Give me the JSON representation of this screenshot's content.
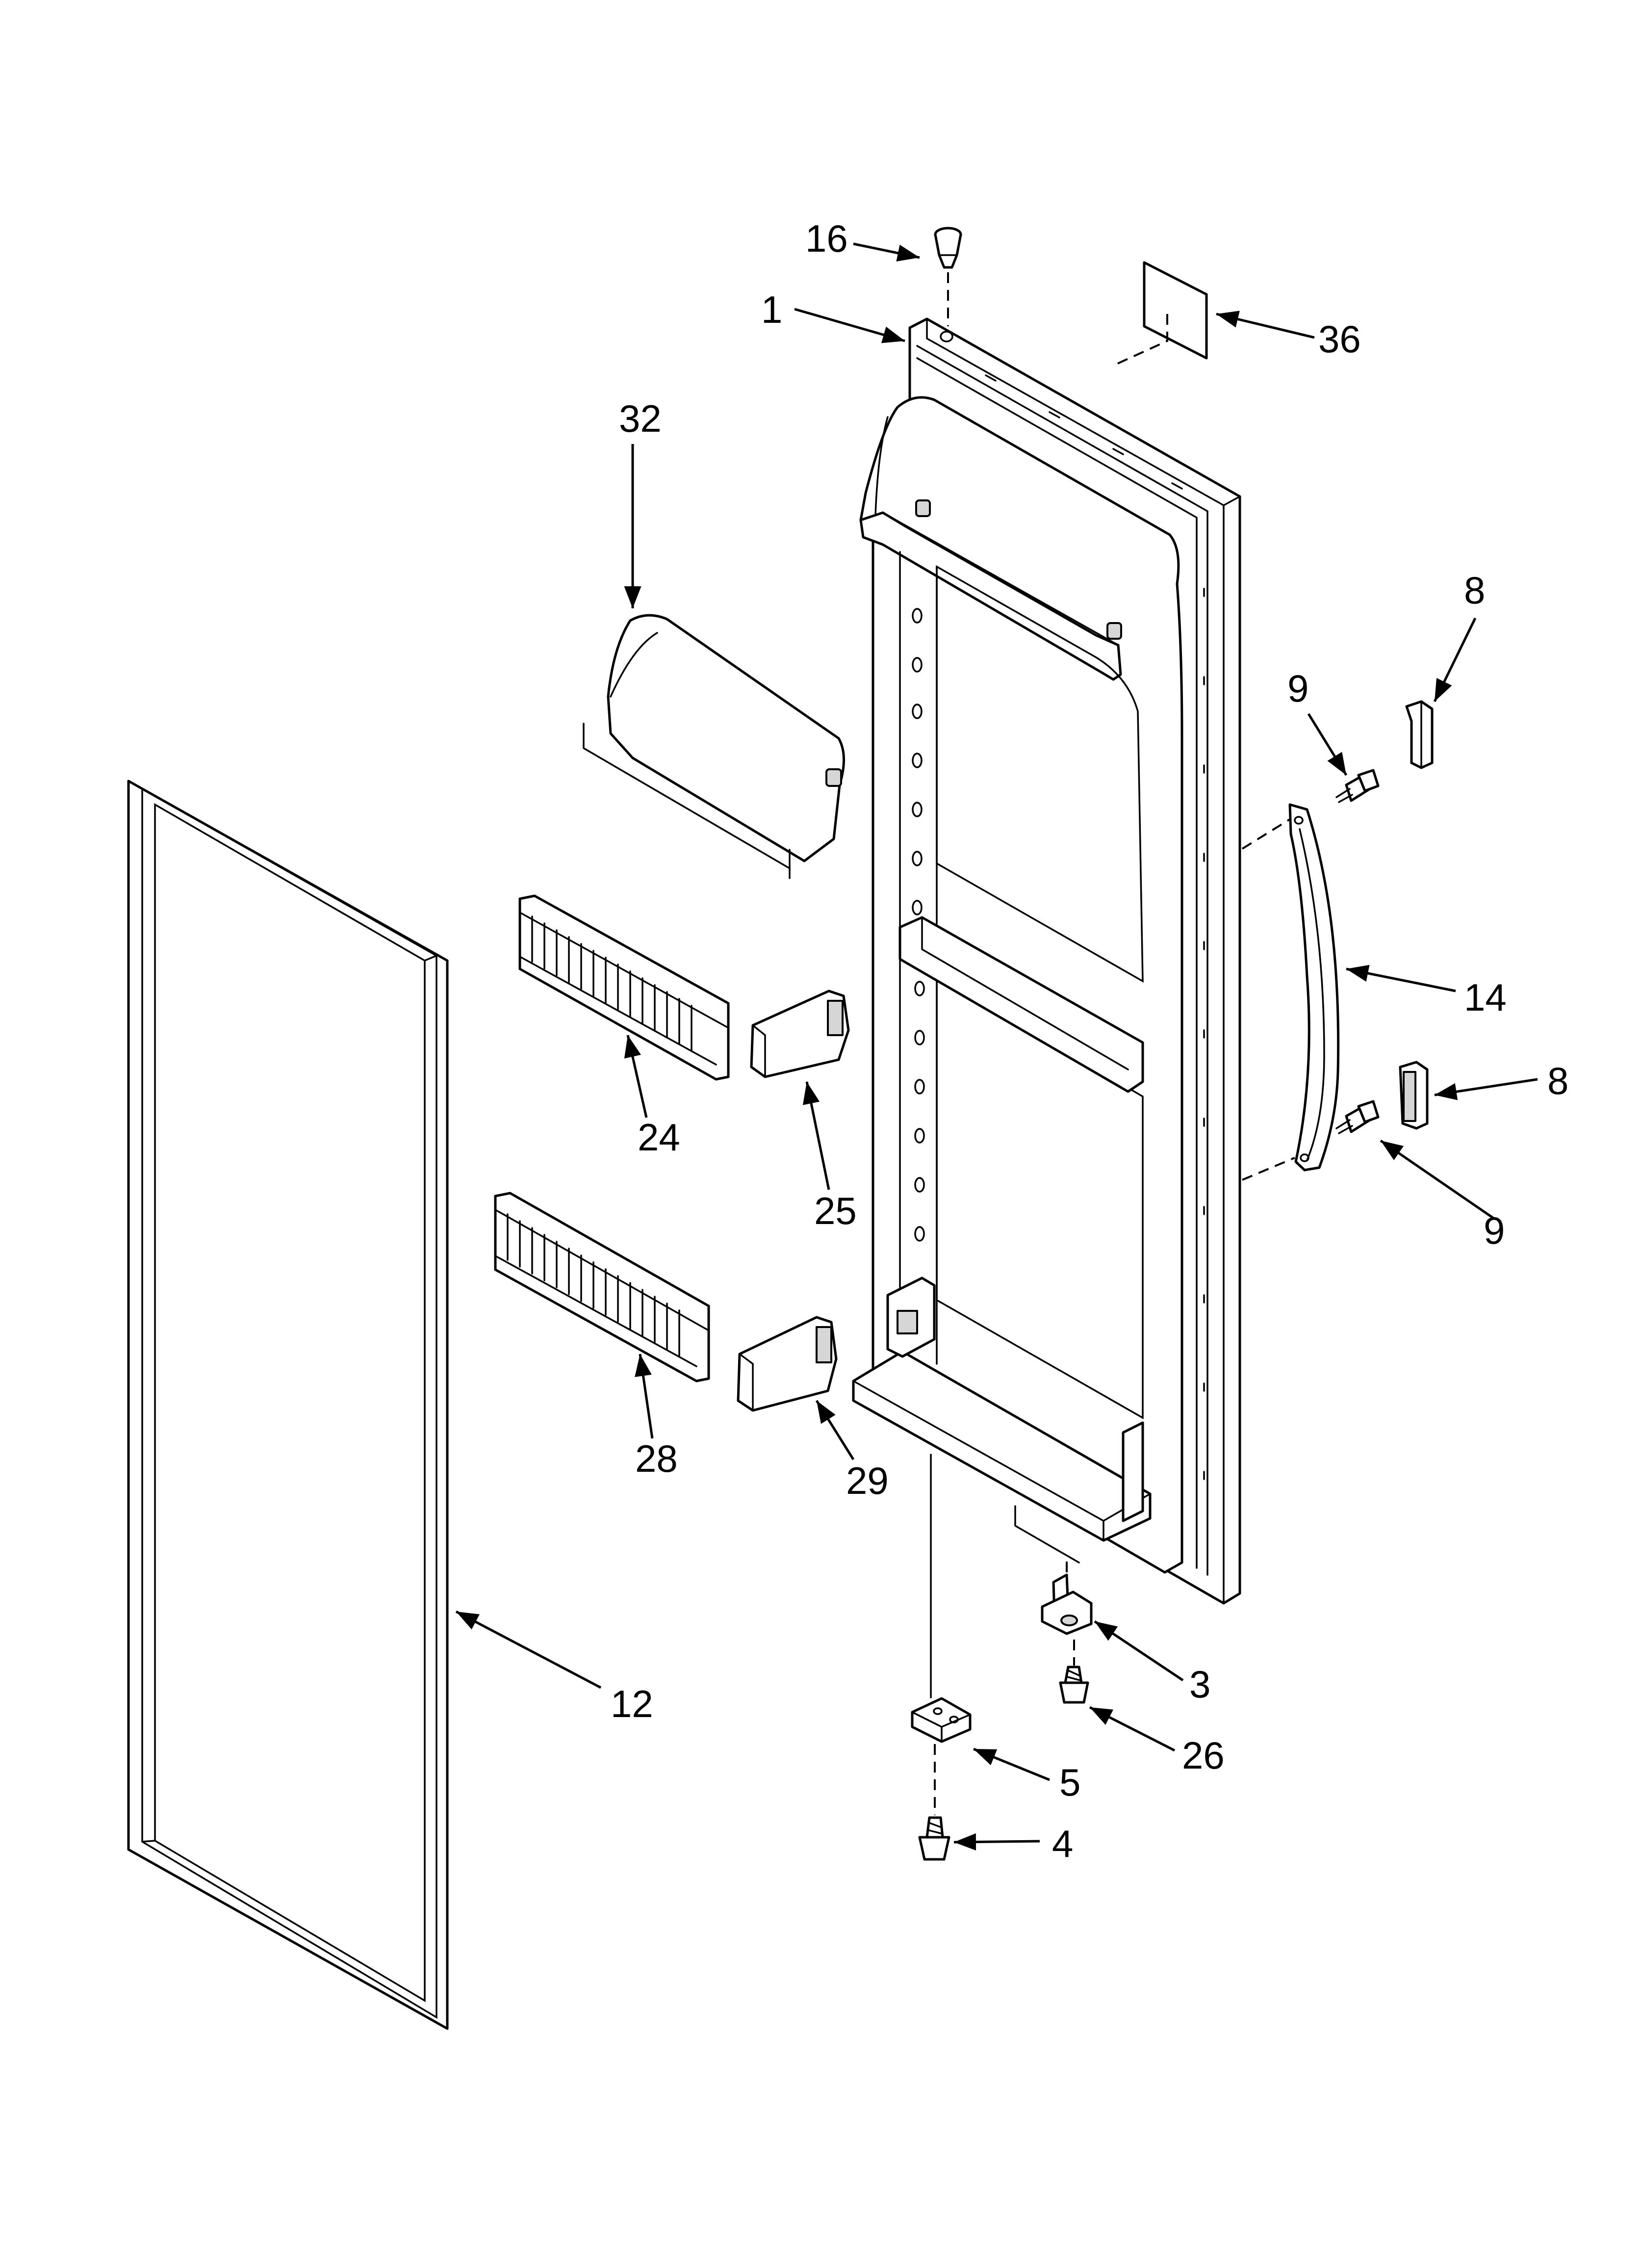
{
  "diagram": {
    "callouts": [
      {
        "id": "16",
        "label": "16"
      },
      {
        "id": "1",
        "label": "1"
      },
      {
        "id": "36",
        "label": "36"
      },
      {
        "id": "32",
        "label": "32"
      },
      {
        "id": "8a",
        "label": "8"
      },
      {
        "id": "9a",
        "label": "9"
      },
      {
        "id": "14",
        "label": "14"
      },
      {
        "id": "8b",
        "label": "8"
      },
      {
        "id": "9b",
        "label": "9"
      },
      {
        "id": "24",
        "label": "24"
      },
      {
        "id": "25",
        "label": "25"
      },
      {
        "id": "28",
        "label": "28"
      },
      {
        "id": "29",
        "label": "29"
      },
      {
        "id": "12",
        "label": "12"
      },
      {
        "id": "3",
        "label": "3"
      },
      {
        "id": "26",
        "label": "26"
      },
      {
        "id": "5",
        "label": "5"
      },
      {
        "id": "4",
        "label": "4"
      }
    ],
    "colors": {
      "ink": "#000000",
      "paper": "#ffffff",
      "shade": "#d6d6d6"
    }
  }
}
